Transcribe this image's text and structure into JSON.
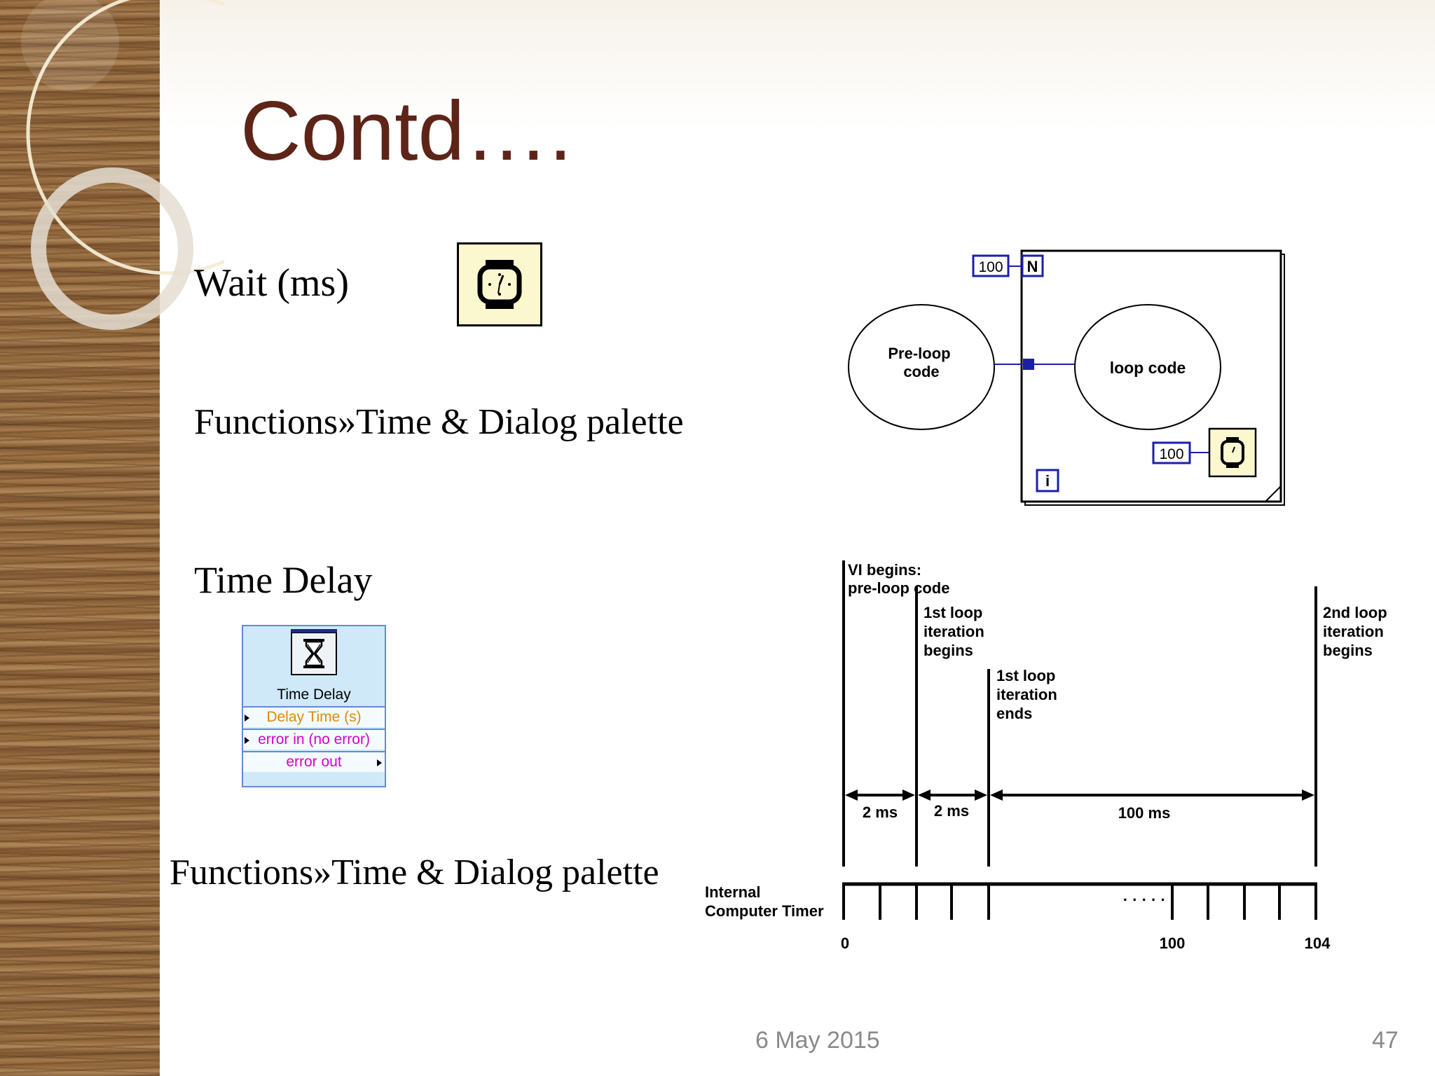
{
  "slide": {
    "title": "Contd….",
    "wait_label": "Wait (ms)",
    "functions_label_1": "Functions»Time & Dialog palette",
    "time_delay_label": "Time Delay",
    "functions_label_2": "Functions»Time  & Dialog palette",
    "footer_date": "6 May 2015",
    "page_number": "47"
  },
  "wait_icon": {
    "icon": "stopwatch-icon"
  },
  "time_delay_block": {
    "icon": "hourglass-icon",
    "name": "Time Delay",
    "rows": [
      "Delay Time (s)",
      "error in (no error)",
      "error out"
    ],
    "colors": {
      "input": "#e08a00",
      "error": "#d800c8",
      "border": "#5f8cd6",
      "fill": "#cfe9f9"
    }
  },
  "loop_diagram": {
    "count_constant": "100",
    "count_terminal": "N",
    "pre_loop_label": [
      "Pre-loop",
      "code"
    ],
    "loop_label": "loop code",
    "wait_constant": "100",
    "iteration_terminal": "i"
  },
  "timing_diagram": {
    "events": [
      {
        "lines": [
          "VI begins:",
          "pre-loop code"
        ]
      },
      {
        "lines": [
          "1st loop",
          "iteration",
          "begins"
        ]
      },
      {
        "lines": [
          "1st loop",
          "iteration",
          "ends"
        ]
      },
      {
        "lines": [
          "2nd loop",
          "iteration",
          "begins"
        ]
      }
    ],
    "intervals": [
      "2 ms",
      "2 ms",
      "100 ms"
    ],
    "timer_label": [
      "Internal",
      "Computer Timer"
    ],
    "ellipsis": "· · · · · ·",
    "tick_values": [
      "0",
      "100",
      "104"
    ]
  }
}
